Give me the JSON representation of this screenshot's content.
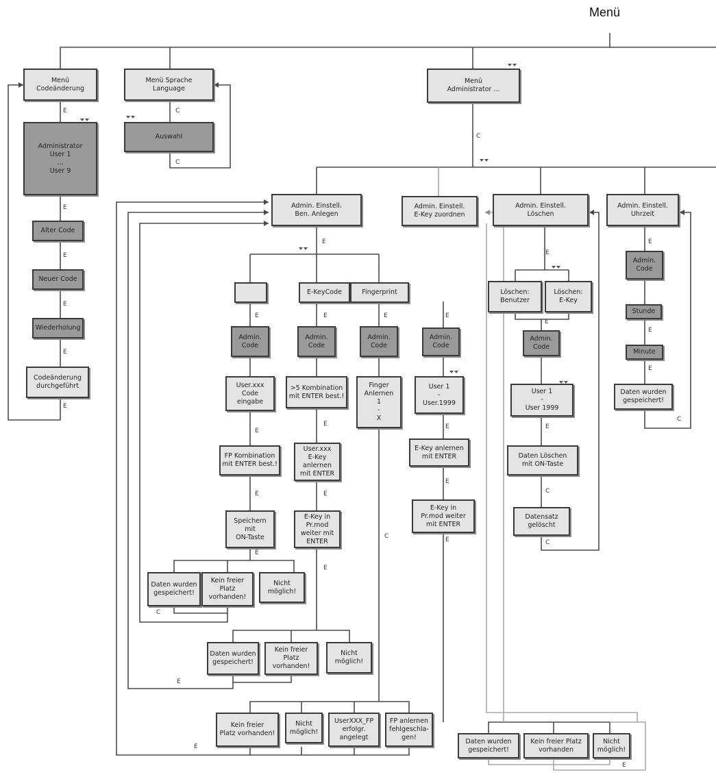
{
  "title": "Menü",
  "boxes": {
    "menu_code": [
      "Menü",
      "Codeänderung"
    ],
    "menu_lang": [
      "Menü Sprache",
      "Language"
    ],
    "menu_admin": [
      "Menü",
      "Administrator ..."
    ],
    "admin_user": [
      "Administrator",
      "User 1",
      "...",
      "User 9"
    ],
    "auswahl": [
      "Auswahl"
    ],
    "alter_code": [
      "Alter Code"
    ],
    "neuer_code": [
      "Neuer Code"
    ],
    "wiederholung": [
      "Wiederholung"
    ],
    "code_done": [
      "Codeänderung",
      "durchgeführt"
    ],
    "adm_anlegen": [
      "Admin. Einstell.",
      "Ben. Anlegen"
    ],
    "adm_ekey": [
      "Admin. Einstell.",
      "E-Key zuordnen"
    ],
    "adm_loeschen": [
      "Admin. Einstell.",
      "Löschen"
    ],
    "adm_uhrzeit": [
      "Admin. Einstell.",
      "Uhrzeit"
    ],
    "blank": [
      ""
    ],
    "ekeycode": [
      "E-KeyCode"
    ],
    "fingerprint": [
      "Fingerprint"
    ],
    "code_a": [
      "Admin.",
      "Code"
    ],
    "code_b": [
      "Admin.",
      "Code"
    ],
    "code_c": [
      "Admin.",
      "Code"
    ],
    "code_d": [
      "Admin.",
      "Code"
    ],
    "code_e": [
      "Admin.",
      "Code"
    ],
    "code_f": [
      "Admin.",
      "Code"
    ],
    "user_code": [
      "User.xxx",
      "Code",
      "eingabe"
    ],
    "fp_komb": [
      "FP Kombination",
      "mit ENTER best.!"
    ],
    "speichern": [
      "Speichern",
      "mit",
      "ON-Taste"
    ],
    "k5_komb": [
      ">5 Kombination",
      "mit ENTER best.!"
    ],
    "user_ekey": [
      "User.xxx",
      "E-Key",
      "anlernen",
      "mit ENTER"
    ],
    "ekey_prmod": [
      "E-Key in",
      "Pr.mod",
      "weiter mit",
      "ENTER"
    ],
    "finger": [
      "Finger",
      "Anlernen",
      "1",
      "-",
      "X"
    ],
    "user_range": [
      "User 1",
      "-",
      "User.1999"
    ],
    "ekey_anlernen": [
      "E-Key anlernen",
      "mit ENTER"
    ],
    "ekey_prmod2": [
      "E-Key in",
      "Pr.mod weiter",
      "mit ENTER"
    ],
    "del_user": [
      "Löschen:",
      "Benutzer"
    ],
    "del_ekey": [
      "Löschen:",
      "E-Key"
    ],
    "user_1999": [
      "User 1",
      "-",
      "User 1999"
    ],
    "daten_loeschen": [
      "Daten Löschen",
      "mit ON-Taste"
    ],
    "datensatz": [
      "Datensatz",
      "gelöscht"
    ],
    "stunde": [
      "Stunde"
    ],
    "minute": [
      "Minute"
    ],
    "daten_uhr": [
      "Daten wurden",
      "gespeichert!"
    ],
    "r1_saved": [
      "Daten wurden",
      "gespeichert!"
    ],
    "r1_kein": [
      "Kein freier",
      "Platz",
      "vorhanden!"
    ],
    "r1_nicht": [
      "Nicht",
      "möglich!"
    ],
    "r2_saved": [
      "Daten wurden",
      "gespeichert!"
    ],
    "r2_kein": [
      "Kein freier",
      "Platz",
      "vorhanden!"
    ],
    "r2_nicht": [
      "Nicht",
      "möglich!"
    ],
    "r3_kein": [
      "Kein freier",
      "Platz vorhanden!"
    ],
    "r3_nicht": [
      "Nicht",
      "möglich!"
    ],
    "r3_user": [
      "UserXXX_FP",
      "erfolgr.",
      "angelegt"
    ],
    "r3_fp": [
      "FP anlernen",
      "fehlgeschla-",
      "gen!"
    ],
    "r4_saved": [
      "Daten wurden",
      "gespeichert!"
    ],
    "r4_kein": [
      "Kein freier Platz",
      "vorhanden"
    ],
    "r4_nicht": [
      "Nicht",
      "möglich!"
    ]
  },
  "labels": {
    "e": "E",
    "c": "C"
  }
}
